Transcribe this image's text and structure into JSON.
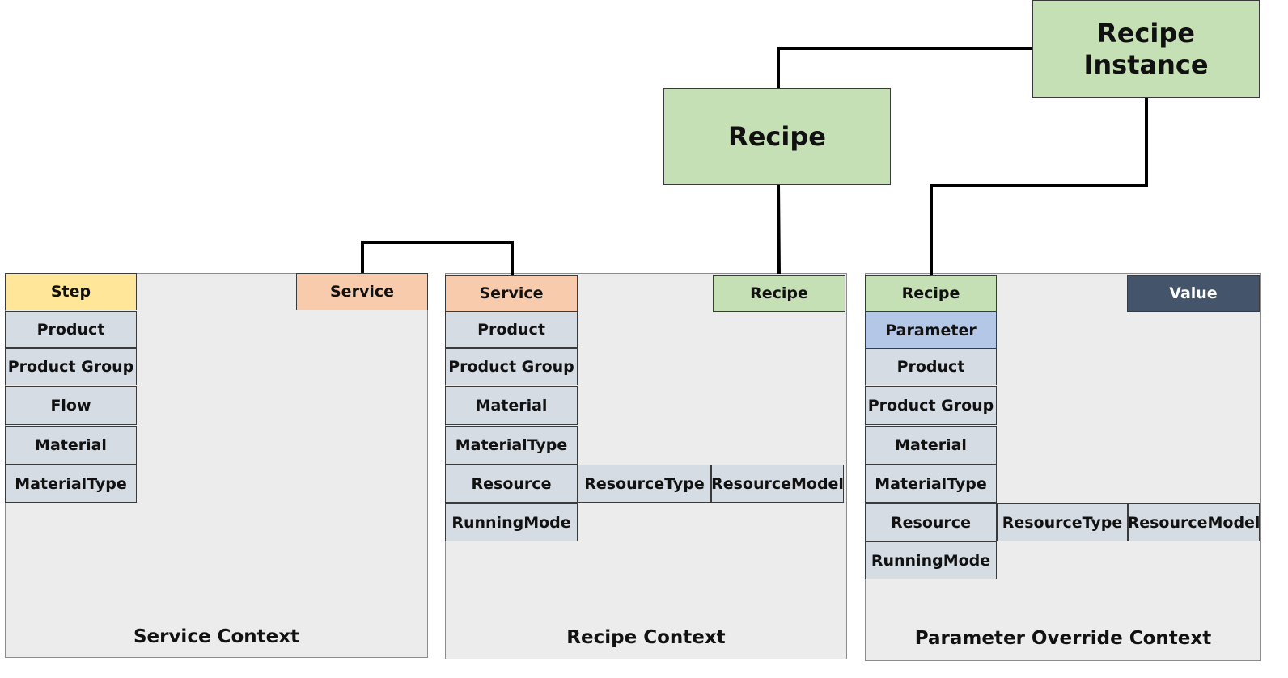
{
  "top": {
    "recipe_instance": "Recipe\nInstance",
    "recipe": "Recipe"
  },
  "service_context": {
    "label": "Service Context",
    "header": "Step",
    "service_tag": "Service",
    "items": [
      "Product",
      "Product Group",
      "Flow",
      "Material",
      "MaterialType"
    ]
  },
  "recipe_context": {
    "label": "Recipe Context",
    "header": "Service",
    "recipe_tag": "Recipe",
    "items": [
      "Product",
      "Product Group",
      "Material",
      "MaterialType",
      "Resource",
      "RunningMode"
    ],
    "resource_type": "ResourceType",
    "resource_model": "ResourceModel"
  },
  "parameter_context": {
    "label": "Parameter Override Context",
    "header": "Recipe",
    "parameter": "Parameter",
    "value_tag": "Value",
    "items": [
      "Product",
      "Product Group",
      "Material",
      "MaterialType",
      "Resource",
      "RunningMode"
    ],
    "resource_type": "ResourceType",
    "resource_model": "ResourceModel"
  },
  "colors": {
    "step": "#ffe699",
    "service": "#f8cbad",
    "recipe": "#c5e0b4",
    "parameter": "#b4c7e7",
    "item": "#d6dce4",
    "value": "#44546a",
    "context_bg": "#ececec"
  }
}
